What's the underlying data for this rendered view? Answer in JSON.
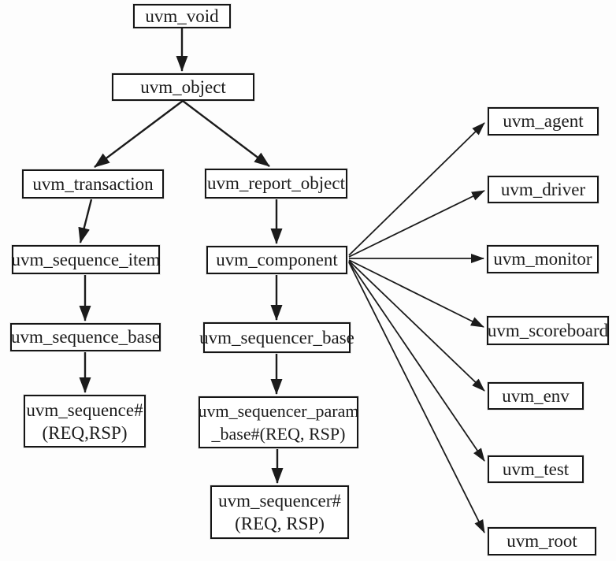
{
  "diagram": {
    "description": "UVM class inheritance hierarchy",
    "background_color": "#fdfdfd",
    "box_fill_color": "#ffffff",
    "box_border_color": "#151515",
    "line_color": "#1b1b1b",
    "text_color": "#1c1c1c"
  },
  "nodes": {
    "uvm_void": {
      "label": "uvm_void"
    },
    "uvm_object": {
      "label": "uvm_object"
    },
    "uvm_transaction": {
      "label": "uvm_transaction"
    },
    "uvm_report_object": {
      "label": "uvm_report_object"
    },
    "uvm_sequence_item": {
      "label": "uvm_sequence_item"
    },
    "uvm_component": {
      "label": "uvm_component"
    },
    "uvm_sequence_base": {
      "label": "uvm_sequence_base"
    },
    "uvm_sequencer_base": {
      "label": "uvm_sequencer_base"
    },
    "uvm_sequence_hash": {
      "lines": [
        "uvm_sequence#",
        "(REQ,RSP)"
      ]
    },
    "uvm_sequencer_param_base": {
      "lines": [
        "uvm_sequencer_param",
        "_base#(REQ, RSP)"
      ]
    },
    "uvm_sequencer_hash": {
      "lines": [
        "uvm_sequencer#",
        "(REQ, RSP)"
      ]
    },
    "uvm_agent": {
      "label": "uvm_agent"
    },
    "uvm_driver": {
      "label": "uvm_driver"
    },
    "uvm_monitor": {
      "label": "uvm_monitor"
    },
    "uvm_scoreboard": {
      "label": "uvm_scoreboard"
    },
    "uvm_env": {
      "label": "uvm_env"
    },
    "uvm_test": {
      "label": "uvm_test"
    },
    "uvm_root": {
      "label": "uvm_root"
    }
  },
  "edges": [
    {
      "from": "uvm_void",
      "to": "uvm_object"
    },
    {
      "from": "uvm_object",
      "to": "uvm_transaction"
    },
    {
      "from": "uvm_object",
      "to": "uvm_report_object"
    },
    {
      "from": "uvm_transaction",
      "to": "uvm_sequence_item"
    },
    {
      "from": "uvm_sequence_item",
      "to": "uvm_sequence_base"
    },
    {
      "from": "uvm_sequence_base",
      "to": "uvm_sequence_hash"
    },
    {
      "from": "uvm_report_object",
      "to": "uvm_component"
    },
    {
      "from": "uvm_component",
      "to": "uvm_sequencer_base"
    },
    {
      "from": "uvm_sequencer_base",
      "to": "uvm_sequencer_param_base"
    },
    {
      "from": "uvm_sequencer_param_base",
      "to": "uvm_sequencer_hash"
    },
    {
      "from": "uvm_component",
      "to": "uvm_agent"
    },
    {
      "from": "uvm_component",
      "to": "uvm_driver"
    },
    {
      "from": "uvm_component",
      "to": "uvm_monitor"
    },
    {
      "from": "uvm_component",
      "to": "uvm_scoreboard"
    },
    {
      "from": "uvm_component",
      "to": "uvm_env"
    },
    {
      "from": "uvm_component",
      "to": "uvm_test"
    },
    {
      "from": "uvm_component",
      "to": "uvm_root"
    }
  ]
}
